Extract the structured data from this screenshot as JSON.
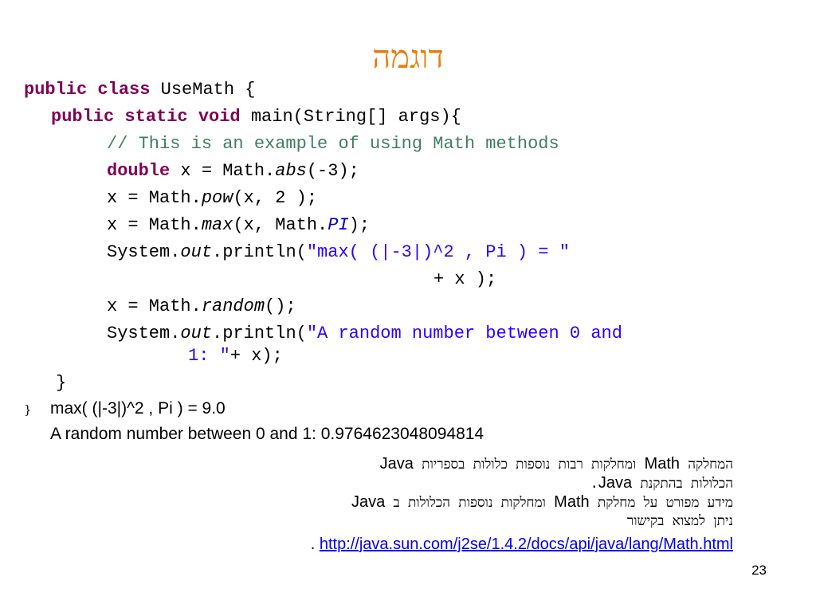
{
  "slide": {
    "title": "דוגמה",
    "code": {
      "l1_kw": "public class",
      "l1_rest": " UseMath {",
      "l2_kw": "public static void",
      "l2_rest": " main(String[] args){",
      "l3_comment": "// This is an example of using Math methods",
      "l4_kw": "double",
      "l4_a": " x = Math.",
      "l4_fn": "abs",
      "l4_b": "(-3);",
      "l5_a": "x = Math.",
      "l5_fn": "pow",
      "l5_b": "(x, 2 );",
      "l6_a": "x = Math.",
      "l6_fn": "max",
      "l6_b": "(x, Math.",
      "l6_const": "PI",
      "l6_c": ");",
      "l7_a": "System.",
      "l7_out": "out",
      "l7_b": ".println(",
      "l7_str": "\"max( (|-3|)^2 , Pi ) = \"",
      "l8": "+ x );",
      "l9_a": "x = Math.",
      "l9_fn": "random",
      "l9_b": "();",
      "l10_a": "System.",
      "l10_out": "out",
      "l10_b": ".println(",
      "l10_str": "\"A random number between 0 and",
      "l11_str": "1: \"",
      "l11_rest": "+ x);",
      "l12": "}",
      "l13": "}"
    },
    "output": {
      "line1": "max( (|-3|)^2 , Pi ) = 9.0",
      "line2": "A random number between 0 and 1: 0.9764623048094814"
    },
    "notes": {
      "n1_a": "המחלקה",
      "n1_math": "Math",
      "n1_b": "ומחלקות רבות נוספות כלולות בספריות",
      "n1_java": "Java",
      "n2_a": "הכלולות בהתקנת",
      "n2_java": "Java",
      "n2_b": ".",
      "n3_a": "מידע מפורט על מחלקת",
      "n3_math": "Math",
      "n3_b": "ומחלקות נוספות הכלולות ב",
      "n3_java": "Java",
      "n4": "ניתן למצוא בקישור",
      "link": "http://java.sun.com/j2se/1.4.2/docs/api/java/lang/Math.html",
      "link_end": "."
    },
    "page_number": "23"
  }
}
